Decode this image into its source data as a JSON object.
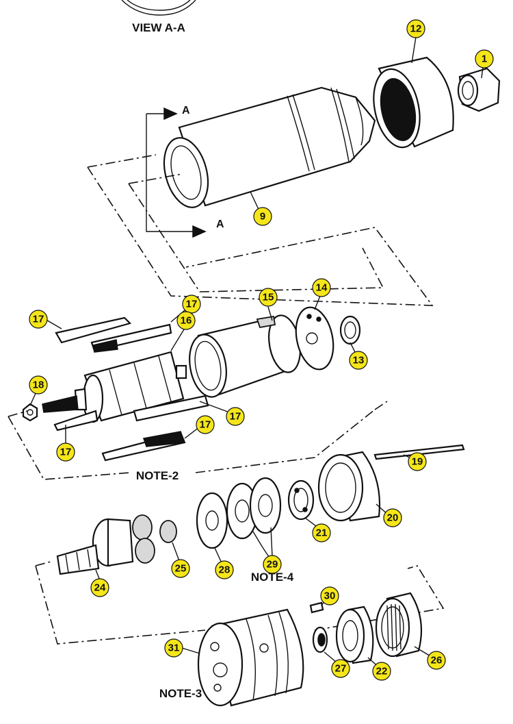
{
  "view_title": "VIEW A-A",
  "section_marks": [
    "A",
    "A"
  ],
  "notes": [
    "NOTE-2",
    "NOTE-4",
    "NOTE-3"
  ],
  "callout_color": "#f5e61a",
  "callouts": [
    {
      "id": "12",
      "text": "12"
    },
    {
      "id": "1",
      "text": "1"
    },
    {
      "id": "9",
      "text": "9"
    },
    {
      "id": "15",
      "text": "15"
    },
    {
      "id": "14",
      "text": "14"
    },
    {
      "id": "17a",
      "text": "17"
    },
    {
      "id": "17b",
      "text": "17"
    },
    {
      "id": "16",
      "text": "16"
    },
    {
      "id": "13",
      "text": "13"
    },
    {
      "id": "18",
      "text": "18"
    },
    {
      "id": "17c",
      "text": "17"
    },
    {
      "id": "17d",
      "text": "17"
    },
    {
      "id": "17e",
      "text": "17"
    },
    {
      "id": "19",
      "text": "19"
    },
    {
      "id": "20",
      "text": "20"
    },
    {
      "id": "21",
      "text": "21"
    },
    {
      "id": "25",
      "text": "25"
    },
    {
      "id": "28",
      "text": "28"
    },
    {
      "id": "29",
      "text": "29"
    },
    {
      "id": "24",
      "text": "24"
    },
    {
      "id": "30",
      "text": "30"
    },
    {
      "id": "31",
      "text": "31"
    },
    {
      "id": "27",
      "text": "27"
    },
    {
      "id": "22",
      "text": "22"
    },
    {
      "id": "26",
      "text": "26"
    }
  ]
}
